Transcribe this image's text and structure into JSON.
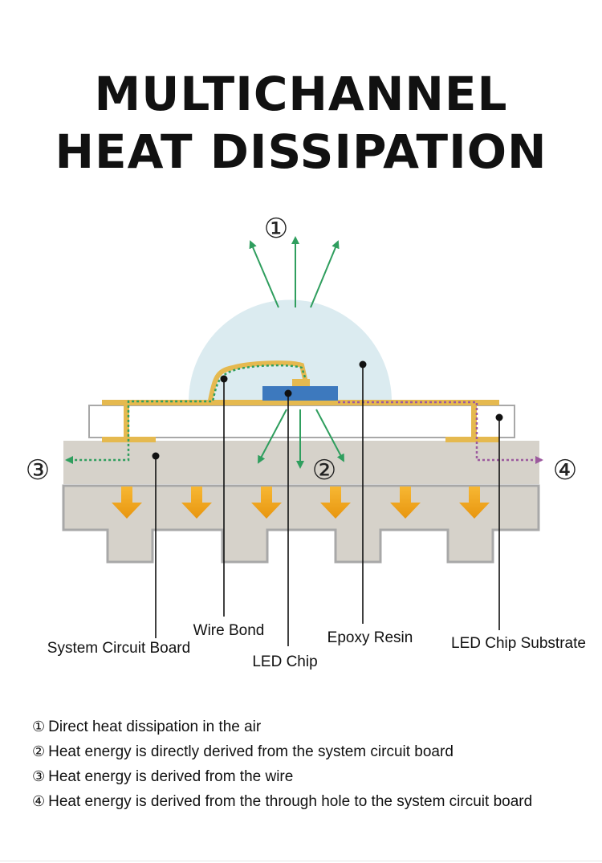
{
  "title": {
    "line1": "MULTICHANNEL",
    "line2": "HEAT DISSIPATION"
  },
  "markers": {
    "m1": "①",
    "m2": "②",
    "m3": "③",
    "m4": "④"
  },
  "labels": {
    "system_circuit_board": "System Circuit Board",
    "wire_bond": "Wire Bond",
    "led_chip": "LED Chip",
    "epoxy_resin": "Epoxy Resin",
    "led_chip_substrate": "LED Chip Substrate"
  },
  "legend": [
    {
      "marker": "①",
      "text": "Direct heat dissipation in the air"
    },
    {
      "marker": "②",
      "text": "Heat energy is directly derived from the system circuit board"
    },
    {
      "marker": "③",
      "text": "Heat energy is derived from the wire"
    },
    {
      "marker": "④",
      "text": "Heat energy is derived from the through hole to the system circuit board"
    }
  ],
  "colors": {
    "resin": "#dbebf0",
    "board": "#d6d2ca",
    "board_edge": "#a8a8a8",
    "gold": "#e5b94f",
    "chip": "#3d79be",
    "green_arrow": "#2f9e5e",
    "purple_arrow": "#9c5a9e",
    "heat_arrow": "#f0a21b"
  },
  "icons": {
    "heat_arrow": "down-arrow-icon",
    "flow_arrow": "arrow-icon"
  }
}
